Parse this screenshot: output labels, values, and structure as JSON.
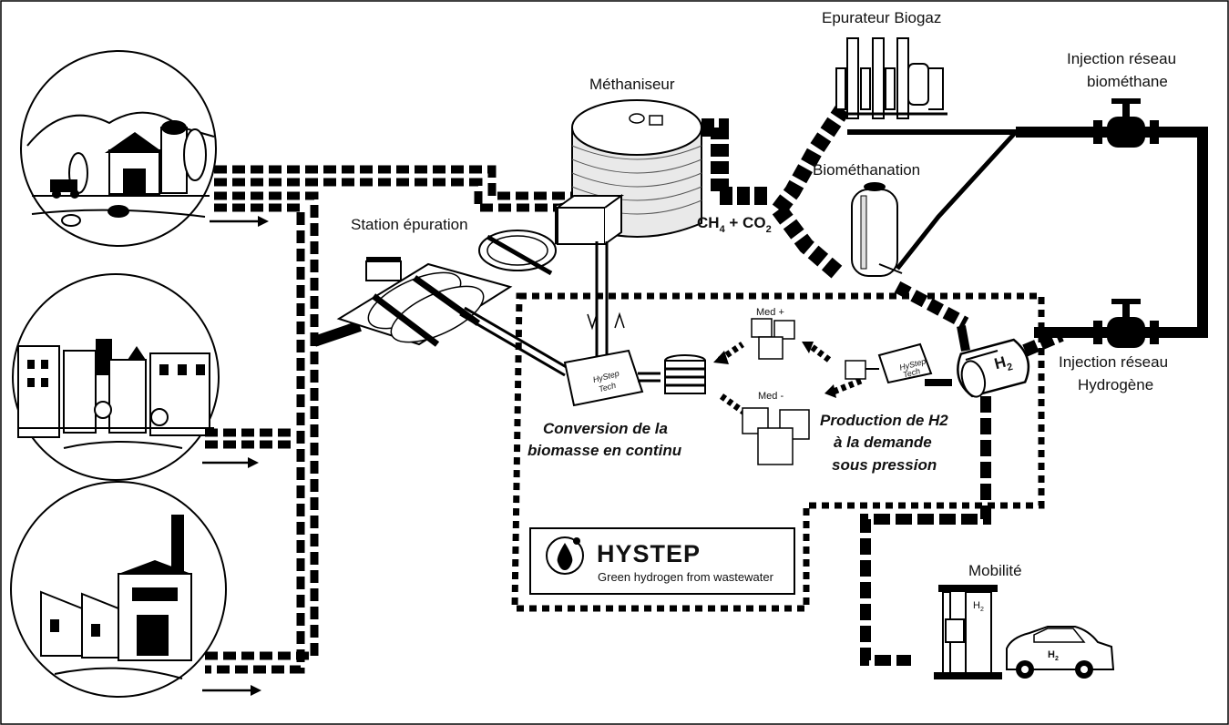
{
  "labels": {
    "methaniseur": "Méthaniseur",
    "epurateur": "Epurateur Biogaz",
    "injection_biomethane_line1": "Injection réseau",
    "injection_biomethane_line2": "biométhane",
    "biomethanation": "Biométhanation",
    "station_epuration": "Station épuration",
    "formula_ch": "CH",
    "formula_sub4": "4",
    "formula_plus": " + CO",
    "formula_sub2": "2",
    "injection_h2_line1": "Injection réseau",
    "injection_h2_line2": "Hydrogène",
    "med_plus": "Med +",
    "med_minus": "Med -",
    "conversion_line1": "Conversion de la",
    "conversion_line2": "biomasse en continu",
    "production_line1": "Production de H2",
    "production_line2": "à la demande",
    "production_line3": "sous pression",
    "mobilite": "Mobilité",
    "h2_tank": "H",
    "h2_tank_sub": "2",
    "hystep_tech_line1": "HyStep",
    "hystep_tech_line2": "Tech",
    "car_h2": "H",
    "car_h2_sub": "2",
    "pump_h2": "H",
    "pump_h2_sub": "2"
  },
  "logo": {
    "title": "HYSTEP",
    "tagline": "Green hydrogen from wastewater"
  },
  "icons": [
    "farm-scene-icon",
    "city-scene-icon",
    "factory-scene-icon",
    "methaniser-tank-icon",
    "biogas-purifier-icon",
    "biomethanation-reactor-icon",
    "treatment-station-icon",
    "valve-icon",
    "hydrogen-tank-icon",
    "fuel-pump-icon",
    "car-icon",
    "drop-icon",
    "arrow-right-icon"
  ],
  "colors": {
    "ink": "#000000",
    "paper": "#ffffff",
    "tank-gray": "#d9d9d9"
  }
}
